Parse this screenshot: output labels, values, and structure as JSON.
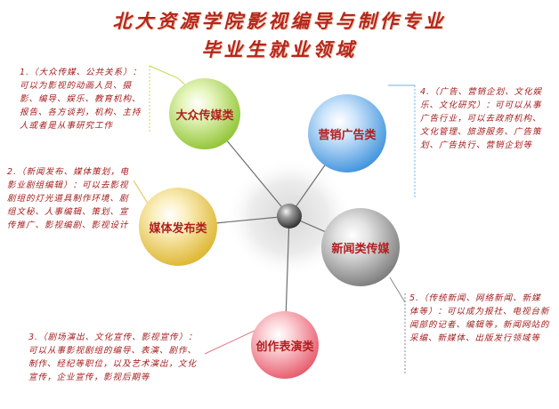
{
  "title_line1": "北大资源学院影视编导与制作专业",
  "title_line2": "毕业生就业领域",
  "hub": {
    "color": "#5a5a5a"
  },
  "nodes": [
    {
      "id": "mass-media",
      "label": "大众传媒类",
      "color": "#9ccc3a",
      "desc": "1.（大众传媒、公共关系）：可以为影视的动画人员、摄影、编导、娱乐、教育机构、报告、各方谈判，机构、主持人或者是从事研究工作"
    },
    {
      "id": "marketing",
      "label": "营销广告类",
      "color": "#4da3e8",
      "desc": "4.（广告、营销企划、文化娱乐、文化研究）：可可以从事广告行业，可以去政府机构、文化管理、旅游服务、广告策划、广告执行、营销企划等"
    },
    {
      "id": "media-publishing",
      "label": "媒体发布类",
      "color": "#e8c53c",
      "desc": "2.（新闻发布、媒体策划，电影业剧组编辑）：可以去影视剧组的灯光道具制作环境、剧组文秘、人事编辑、策划、宣传推广、影视编剧、影视设计"
    },
    {
      "id": "news-media",
      "label": "新闻类传媒",
      "color": "#8d8d8d",
      "desc": "5.（传统新闻、网络新闻、新媒体等）：可以成为报社、电视台新闻部的记者、编辑等，新闻网站的采编、新媒体、出版发行领域等"
    },
    {
      "id": "creative-performance",
      "label": "创作表演类",
      "color": "#f06a78",
      "desc": "3.（剧场演出、文化宣传、影视宣传）：可以从事影视剧组的编导、表演、剧作、制作、经纪等职位，以及艺术演出，文化宣传，企业宣传，影视后期等"
    }
  ]
}
